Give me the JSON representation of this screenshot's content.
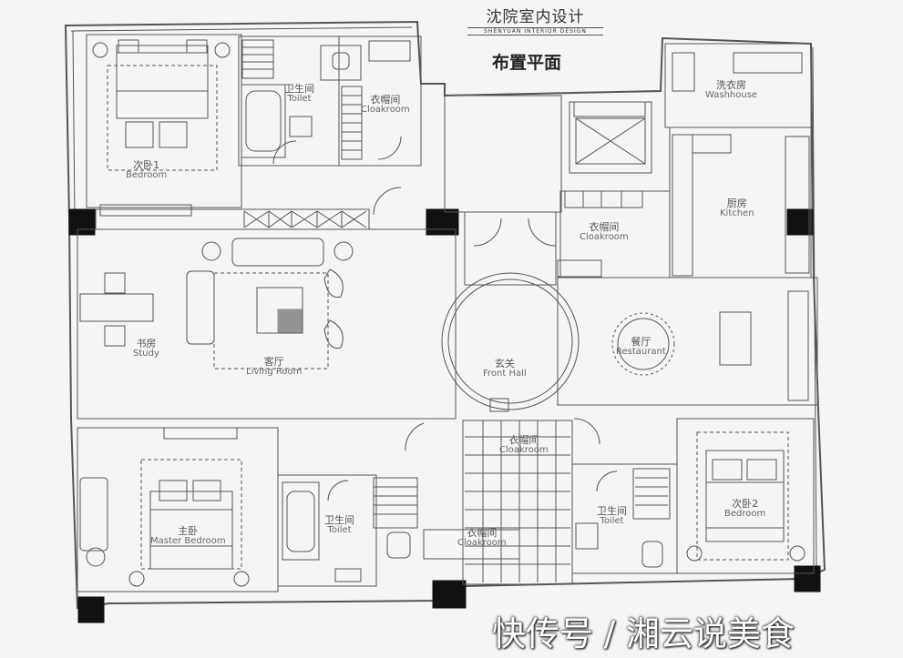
{
  "brand": {
    "name": "沈院室内设计",
    "subtitle": "SHENYUAN INTERIOR DESIGN"
  },
  "plan_title": "布置平面",
  "rooms": [
    {
      "key": "bedroom1",
      "cn": "次卧1",
      "en": "Bedroom"
    },
    {
      "key": "toilet_top",
      "cn": "卫生间",
      "en": "Toilet"
    },
    {
      "key": "cloakroom_top",
      "cn": "衣帽间",
      "en": "Cloakroom"
    },
    {
      "key": "washhouse",
      "cn": "洗衣房",
      "en": "Washhouse"
    },
    {
      "key": "kitchen",
      "cn": "厨房",
      "en": "Kitchen"
    },
    {
      "key": "cloakroom_mid",
      "cn": "衣帽间",
      "en": "Cloakroom"
    },
    {
      "key": "study",
      "cn": "书房",
      "en": "Study"
    },
    {
      "key": "living",
      "cn": "客厅",
      "en": "Living Room"
    },
    {
      "key": "front_hall",
      "cn": "玄关",
      "en": "Front Hall"
    },
    {
      "key": "restaurant",
      "cn": "餐厅",
      "en": "Restaurant"
    },
    {
      "key": "cloakroom_low",
      "cn": "衣帽间",
      "en": "Cloakroom"
    },
    {
      "key": "master",
      "cn": "主卧",
      "en": "Master Bedroom"
    },
    {
      "key": "toilet_low",
      "cn": "卫生间",
      "en": "Toilet"
    },
    {
      "key": "cloakroom_bottom",
      "cn": "衣帽间",
      "en": "Cloakroom"
    },
    {
      "key": "toilet_right",
      "cn": "卫生间",
      "en": "Toilet"
    },
    {
      "key": "bedroom2",
      "cn": "次卧2",
      "en": "Bedroom"
    }
  ],
  "watermark": "快传号 / 湘云说美食"
}
